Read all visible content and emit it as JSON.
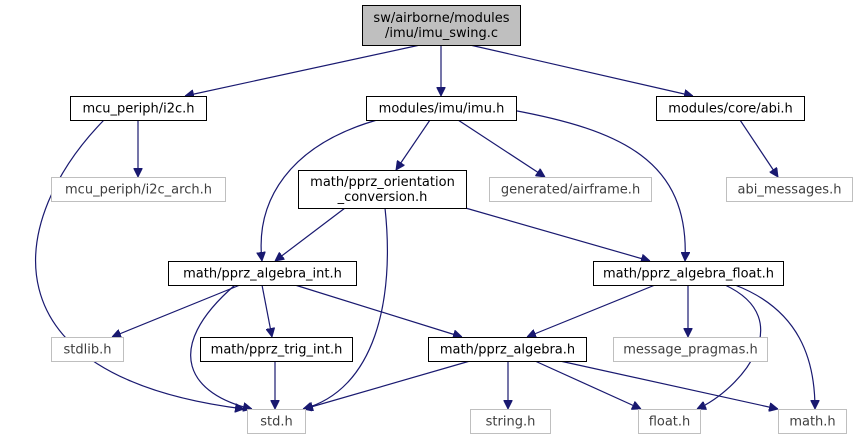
{
  "diagram": {
    "colors": {
      "edge": "#191970",
      "root_fill": "#bfbfbf",
      "node_border": "#000000",
      "ext_border": "#bfbfbf",
      "ext_text": "#3f3f3f",
      "text": "#000000"
    },
    "nodes": [
      {
        "id": "root",
        "lines": [
          "sw/airborne/modules",
          "/imu/imu_swing.c"
        ],
        "style": "root"
      },
      {
        "id": "i2c",
        "lines": [
          "mcu_periph/i2c.h"
        ],
        "style": "normal"
      },
      {
        "id": "imu",
        "lines": [
          "modules/imu/imu.h"
        ],
        "style": "normal"
      },
      {
        "id": "abi",
        "lines": [
          "modules/core/abi.h"
        ],
        "style": "normal"
      },
      {
        "id": "i2c_arch",
        "lines": [
          "mcu_periph/i2c_arch.h"
        ],
        "style": "external"
      },
      {
        "id": "orient",
        "lines": [
          "math/pprz_orientation",
          "_conversion.h"
        ],
        "style": "normal"
      },
      {
        "id": "airframe",
        "lines": [
          "generated/airframe.h"
        ],
        "style": "external"
      },
      {
        "id": "abi_msg",
        "lines": [
          "abi_messages.h"
        ],
        "style": "external"
      },
      {
        "id": "alg_int",
        "lines": [
          "math/pprz_algebra_int.h"
        ],
        "style": "normal"
      },
      {
        "id": "alg_float",
        "lines": [
          "math/pprz_algebra_float.h"
        ],
        "style": "normal"
      },
      {
        "id": "stdlib",
        "lines": [
          "stdlib.h"
        ],
        "style": "external"
      },
      {
        "id": "trig",
        "lines": [
          "math/pprz_trig_int.h"
        ],
        "style": "normal"
      },
      {
        "id": "alg",
        "lines": [
          "math/pprz_algebra.h"
        ],
        "style": "normal"
      },
      {
        "id": "msg_pragma",
        "lines": [
          "message_pragmas.h"
        ],
        "style": "external"
      },
      {
        "id": "std",
        "lines": [
          "std.h"
        ],
        "style": "external"
      },
      {
        "id": "string",
        "lines": [
          "string.h"
        ],
        "style": "external"
      },
      {
        "id": "float",
        "lines": [
          "float.h"
        ],
        "style": "external"
      },
      {
        "id": "math",
        "lines": [
          "math.h"
        ],
        "style": "external"
      }
    ],
    "edges": [
      {
        "from": "root",
        "to": "i2c"
      },
      {
        "from": "root",
        "to": "imu"
      },
      {
        "from": "root",
        "to": "abi"
      },
      {
        "from": "i2c",
        "to": "i2c_arch"
      },
      {
        "from": "i2c",
        "to": "std"
      },
      {
        "from": "imu",
        "to": "orient"
      },
      {
        "from": "imu",
        "to": "airframe"
      },
      {
        "from": "imu",
        "to": "alg_int"
      },
      {
        "from": "imu",
        "to": "alg_float"
      },
      {
        "from": "abi",
        "to": "abi_msg"
      },
      {
        "from": "orient",
        "to": "alg_int"
      },
      {
        "from": "orient",
        "to": "alg_float"
      },
      {
        "from": "orient",
        "to": "std"
      },
      {
        "from": "alg_int",
        "to": "stdlib"
      },
      {
        "from": "alg_int",
        "to": "trig"
      },
      {
        "from": "alg_int",
        "to": "alg"
      },
      {
        "from": "alg_int",
        "to": "std"
      },
      {
        "from": "alg_float",
        "to": "alg"
      },
      {
        "from": "alg_float",
        "to": "msg_pragma"
      },
      {
        "from": "alg_float",
        "to": "float"
      },
      {
        "from": "alg_float",
        "to": "math"
      },
      {
        "from": "trig",
        "to": "std"
      },
      {
        "from": "alg",
        "to": "std"
      },
      {
        "from": "alg",
        "to": "string"
      },
      {
        "from": "alg",
        "to": "float"
      },
      {
        "from": "alg",
        "to": "math"
      }
    ]
  }
}
